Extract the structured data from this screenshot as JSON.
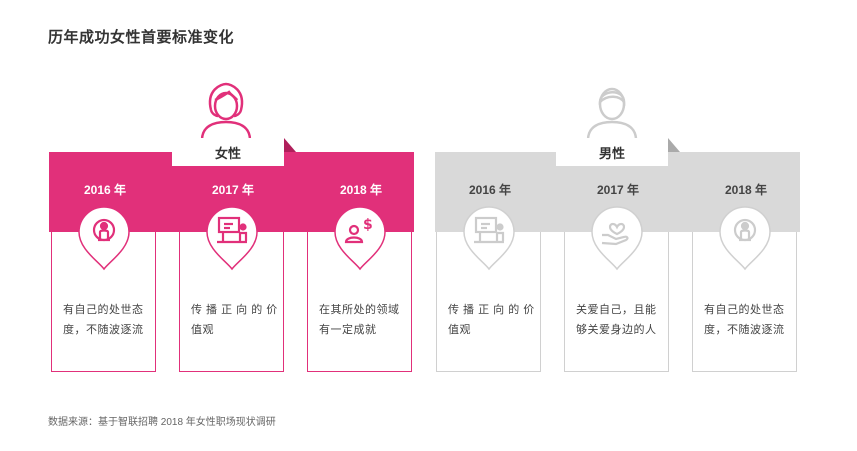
{
  "title": "历年成功女性首要标准变化",
  "source": "数据来源：基于智联招聘 2018 年女性职场现状调研",
  "colors": {
    "female": "#e1307a",
    "male": "#d9d9d9",
    "male_icon": "#cccccc"
  },
  "female": {
    "label": "女性",
    "icon": "woman-icon",
    "items": [
      {
        "year": "2016 年",
        "text": "有自己的处世态度，不随波逐流",
        "icon": "self-icon"
      },
      {
        "year": "2017 年",
        "text": "传 播 正 向 的 价值观",
        "icon": "presentation-icon"
      },
      {
        "year": "2018 年",
        "text": "在其所处的领域有一定成就",
        "icon": "achievement-icon"
      }
    ]
  },
  "male": {
    "label": "男性",
    "icon": "man-icon",
    "items": [
      {
        "year": "2016 年",
        "text": "传 播 正 向 的 价值观",
        "icon": "presentation-icon"
      },
      {
        "year": "2017 年",
        "text": "关爱自己，且能够关爱身边的人",
        "icon": "care-icon"
      },
      {
        "year": "2018 年",
        "text": "有自己的处世态度，不随波逐流",
        "icon": "self-icon"
      }
    ]
  }
}
